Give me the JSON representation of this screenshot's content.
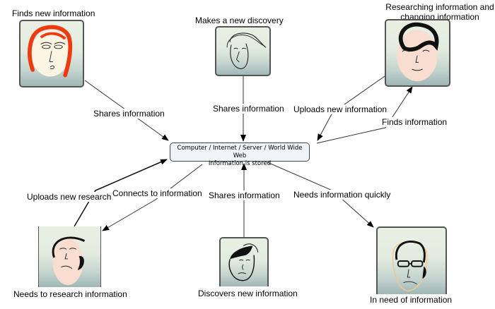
{
  "center_node": {
    "line1": "Computer / Internet / Server / World Wide Web",
    "line2": "Information is stored"
  },
  "people": [
    {
      "id": "finds-new",
      "caption": "Finds new information",
      "hair": "red"
    },
    {
      "id": "discovery",
      "caption": "Makes a new discovery",
      "hair": "sketch"
    },
    {
      "id": "researching",
      "caption_line1": "Researching information and",
      "caption_line2": "changing information",
      "hair": "black-wave"
    },
    {
      "id": "needs-research",
      "caption": "Needs to research information",
      "hair": "black-side"
    },
    {
      "id": "discovers",
      "caption": "Discovers new information",
      "hair": "black-quiff"
    },
    {
      "id": "in-need",
      "caption": "In need of information",
      "hair": "glasses"
    }
  ],
  "edges": [
    {
      "from": "finds-new",
      "to": "center",
      "label": "Shares information"
    },
    {
      "from": "discovery",
      "to": "center",
      "label": "Shares information"
    },
    {
      "from": "researching",
      "to": "center",
      "label": "Uploads new information"
    },
    {
      "from": "center",
      "to": "researching",
      "label": "Finds information"
    },
    {
      "from": "needs-research",
      "to": "center",
      "label": "Uploads new research"
    },
    {
      "from": "center",
      "to": "needs-research",
      "label": "Connects to information"
    },
    {
      "from": "discovers",
      "to": "center",
      "label": "Shares information"
    },
    {
      "from": "center",
      "to": "in-need",
      "label": "Needs information quickly"
    }
  ]
}
